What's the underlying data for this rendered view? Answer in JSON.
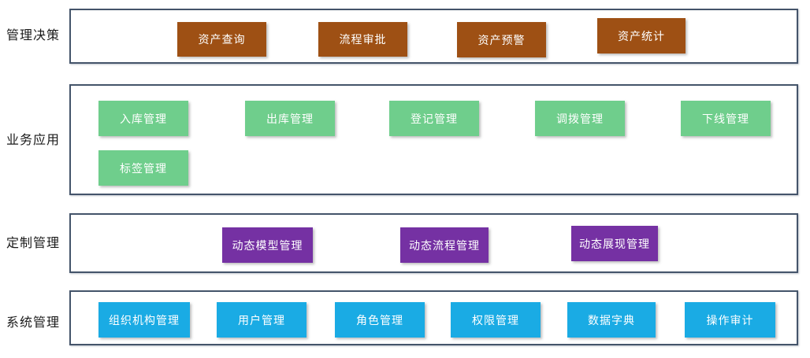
{
  "diagram": {
    "title": "asset-management-system-architecture",
    "container_border_color": "#44546A",
    "rows": [
      {
        "label": "管理决策",
        "color": "#9E5014",
        "boxes": [
          "资产查询",
          "流程审批",
          "资产预警",
          "资产统计"
        ]
      },
      {
        "label": "业务应用",
        "color": "#6FCE8C",
        "boxes": [
          "入库管理",
          "出库管理",
          "登记管理",
          "调拨管理",
          "下线管理",
          "标签管理"
        ]
      },
      {
        "label": "定制管理",
        "color": "#7531A3",
        "boxes": [
          "动态模型管理",
          "动态流程管理",
          "动态展现管理"
        ]
      },
      {
        "label": "系统管理",
        "color": "#1AABE4",
        "boxes": [
          "组织机构管理",
          "用户管理",
          "角色管理",
          "权限管理",
          "数据字典",
          "操作审计"
        ]
      }
    ]
  }
}
